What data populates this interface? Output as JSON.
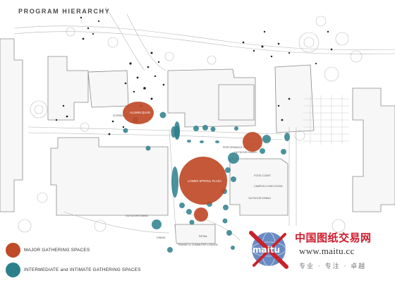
{
  "title": "PROGRAM HIERARCHY",
  "legend": [
    {
      "label": "MAJOR GATHERING SPACES",
      "color": "#bf4a27"
    },
    {
      "label": "INTERMEDIATE and INTIMATE GATHERING SPACES",
      "color": "#2d7f8c"
    }
  ],
  "major_spaces": [
    {
      "label": "ALUMNI QUAD"
    },
    {
      "label": "LOWER SPROUL PLAZA"
    },
    {
      "label": ""
    },
    {
      "label": ""
    }
  ],
  "map_labels": [
    "PERFORMANCE PATIO",
    "OUTDOOR DINING",
    "FOOD COURT",
    "CAMPUS LIVING ROOM",
    "OUTDOOR DINING",
    "RETAIL",
    "TRANSIT & COMMUTER LOUNGE",
    "DINING",
    "OUTDOOR DINING",
    "SCREENING"
  ],
  "watermark": {
    "logo_text": "maitu",
    "site_name": "中国图纸交易网",
    "url": "www.maitu.cc",
    "tagline": "专业 · 专注 · 卓越"
  },
  "icons": {
    "watermark_logo": "globe-x-logo-icon"
  }
}
